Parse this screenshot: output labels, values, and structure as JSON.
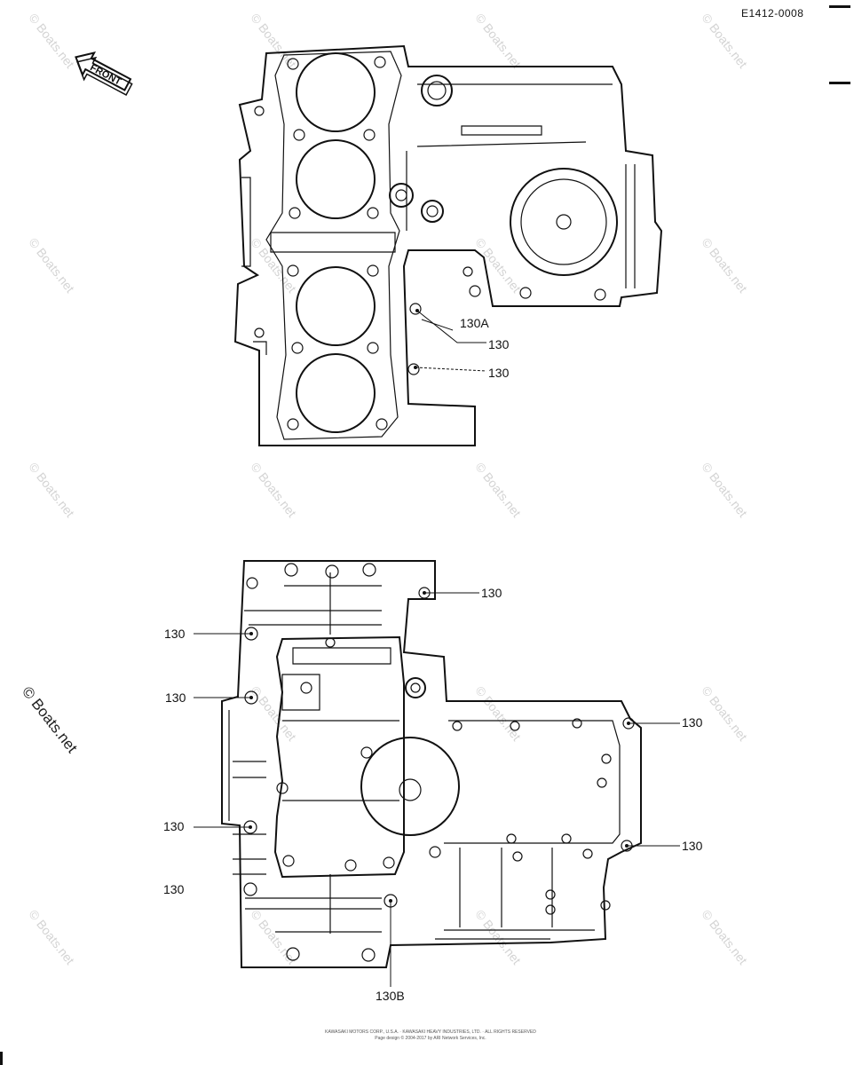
{
  "diagram_code": "E1412-0008",
  "front_arrow_text": "FRONT",
  "watermark_text": "© Boats.net",
  "callouts": {
    "upper_130a": "130A",
    "upper_130_1": "130",
    "upper_130_2": "130",
    "lower_top_right": "130",
    "lower_left_1": "130",
    "lower_left_2": "130",
    "lower_left_3": "130",
    "lower_left_4": "130",
    "lower_right_1": "130",
    "lower_right_2": "130",
    "lower_bottom_130b": "130B"
  },
  "footer_line1": "KAWASAKI MOTORS CORP., U.S.A. · KAWASAKI HEAVY INDUSTRIES, LTD. · ALL RIGHTS RESERVED",
  "footer_line2": "Page design © 2004-2017 by ARI Network Services, Inc."
}
